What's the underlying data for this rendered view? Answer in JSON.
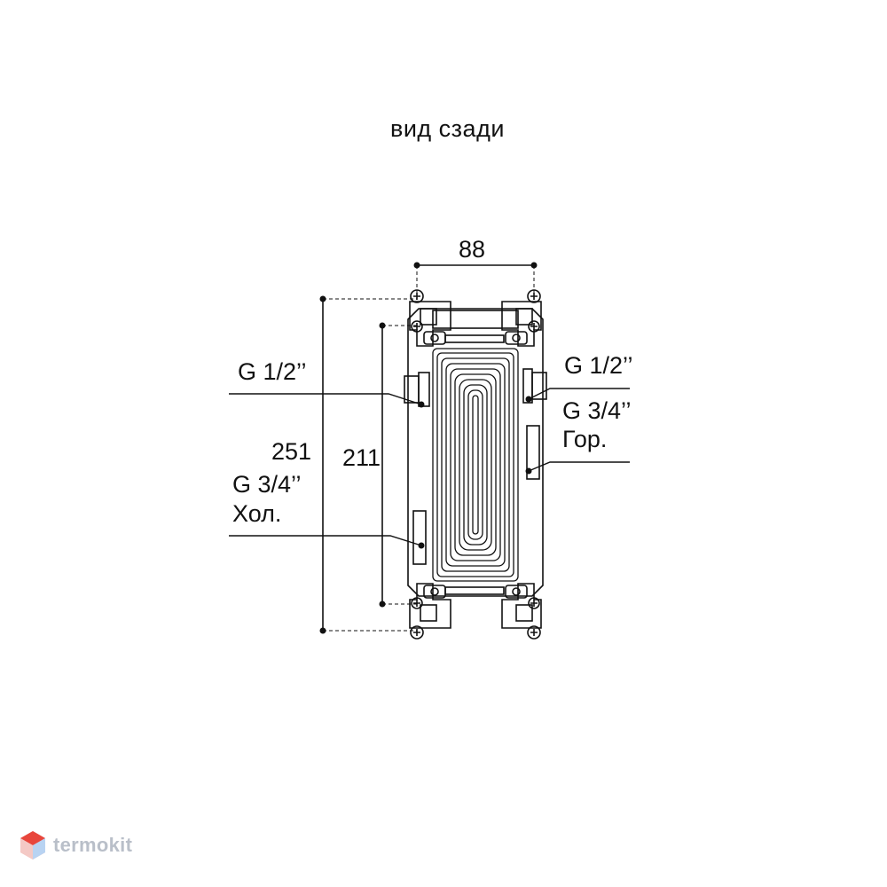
{
  "title": "вид сзади",
  "dimensions": {
    "width": "88",
    "height_total": "251",
    "height_inner": "211"
  },
  "connections": {
    "left_top_thread": "G 1/2’’",
    "right_top_thread": "G 1/2’’",
    "right_bottom_thread": "G 3/4’’",
    "right_bottom_name": "Гор.",
    "left_bottom_thread": "G 3/4’’",
    "left_bottom_name": "Хол."
  },
  "watermark": {
    "text": "termokit",
    "colors": {
      "logo_red": "#e8463c",
      "logo_blue": "#2f7fd6",
      "text": "#b9bfc9"
    }
  }
}
